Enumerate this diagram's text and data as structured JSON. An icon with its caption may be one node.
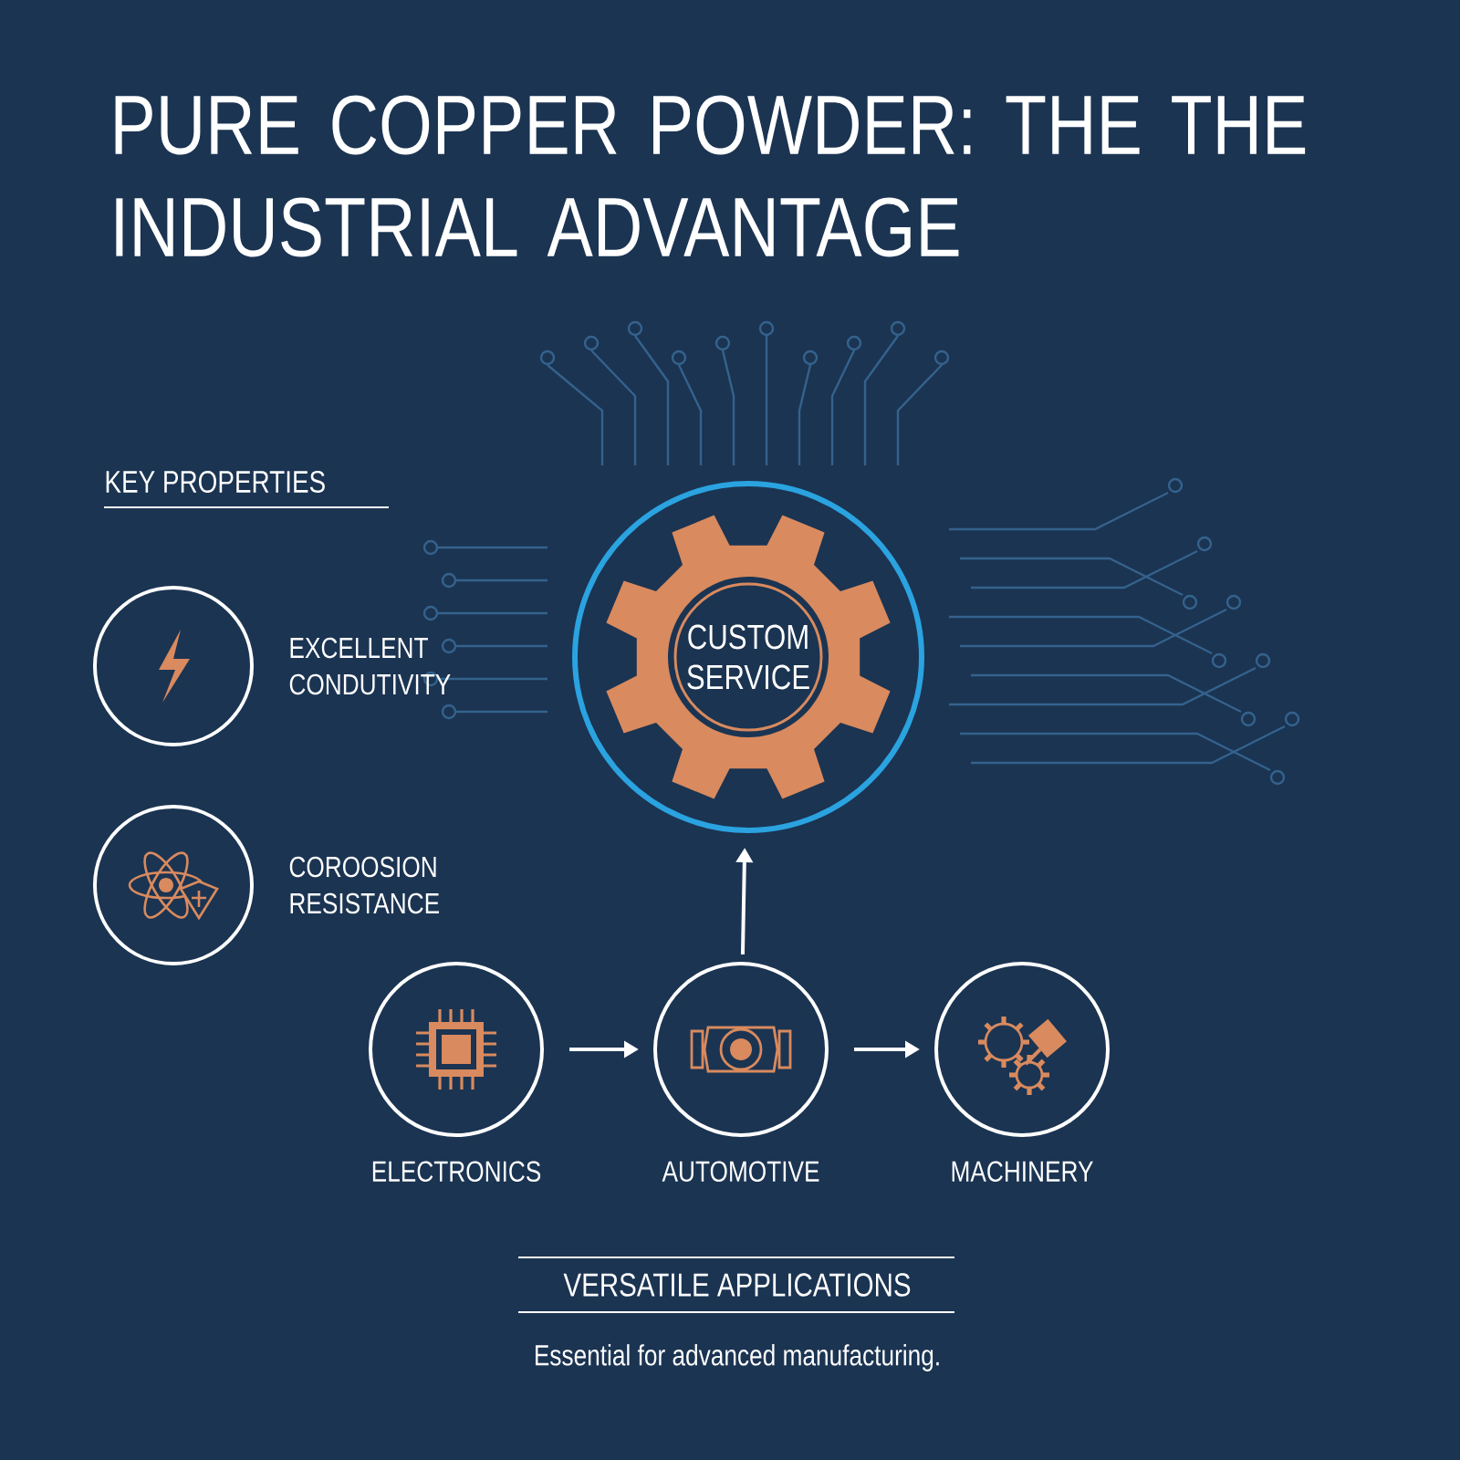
{
  "diagram": {
    "title": "PURE COPPER POWDER: THE THE INDUSTRIAL ADVANTAGE",
    "nodes": [
      {
        "text": [
          "CUSTOM SERVICE"
        ]
      },
      {
        "text": [],
        "shape": "circle",
        "beside": [
          "EXCELLENT CONDUTIVITY"
        ]
      },
      {
        "text": [],
        "shape": "circle",
        "beside": [
          "COROOSION RESISTANCE"
        ]
      },
      {
        "text": [],
        "shape": "circle",
        "beside": [
          "ELECTRONICS"
        ]
      },
      {
        "text": [],
        "shape": "circle",
        "beside": [
          "AUTOMOTIVE"
        ]
      },
      {
        "text": [],
        "shape": "circle",
        "beside": [
          "MACHINERY"
        ]
      }
    ],
    "edges": [
      {
        "from": 3,
        "to": 4,
        "arrow": "to"
      },
      {
        "from": 4,
        "to": 5,
        "arrow": "to"
      },
      {
        "from": 4,
        "to": 0,
        "arrow": "to"
      }
    ],
    "labels": [
      "KEY PROPERTIES",
      "VERSATILE APPLICATIONS",
      "Essential for advanced manufacturing."
    ]
  }
}
